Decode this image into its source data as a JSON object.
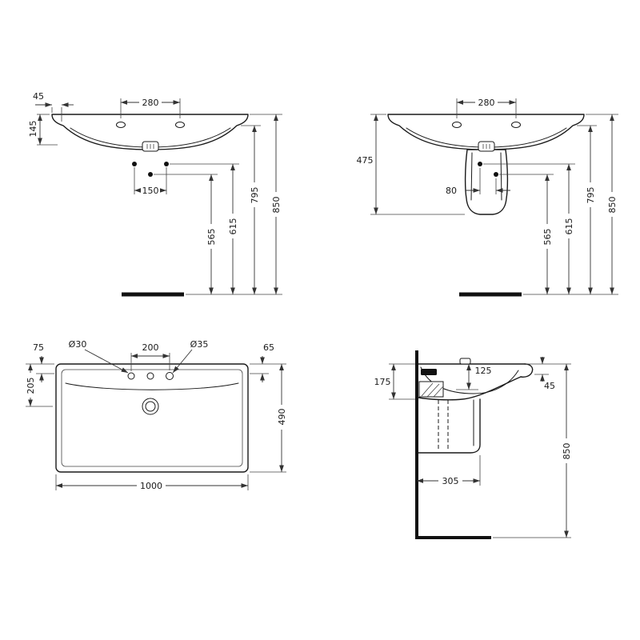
{
  "drawing_type": "washbasin-dimension-diagram",
  "colors": {
    "line": "#1a1a1a",
    "dimension": "#333333",
    "background": "#ffffff"
  },
  "views": {
    "front_wall_hung": {
      "dims": {
        "ledge_45": "45",
        "front_height_145": "145",
        "tap_centres_280": "280",
        "fixing_centres_150": "150",
        "h565": "565",
        "h615": "615",
        "h795": "795",
        "h850": "850"
      }
    },
    "front_semi_pedestal": {
      "dims": {
        "tap_centres_280": "280",
        "pedestal_475": "475",
        "fixing_centres_80": "80",
        "h565": "565",
        "h615": "615",
        "h795": "795",
        "h850": "850"
      }
    },
    "plan": {
      "dims": {
        "back_to_holes_75": "75",
        "left_hole_dia": "Ø30",
        "hole_centres_200": "200",
        "right_hole_dia": "Ø35",
        "back_to_hole_65": "65",
        "back_to_waste_205": "205",
        "depth_490": "490",
        "width_1000": "1000"
      }
    },
    "side_section": {
      "dims": {
        "rear_depth_175": "175",
        "front_depth_125": "125",
        "lip_45": "45",
        "height_850": "850",
        "wall_to_front_305": "305"
      }
    }
  }
}
